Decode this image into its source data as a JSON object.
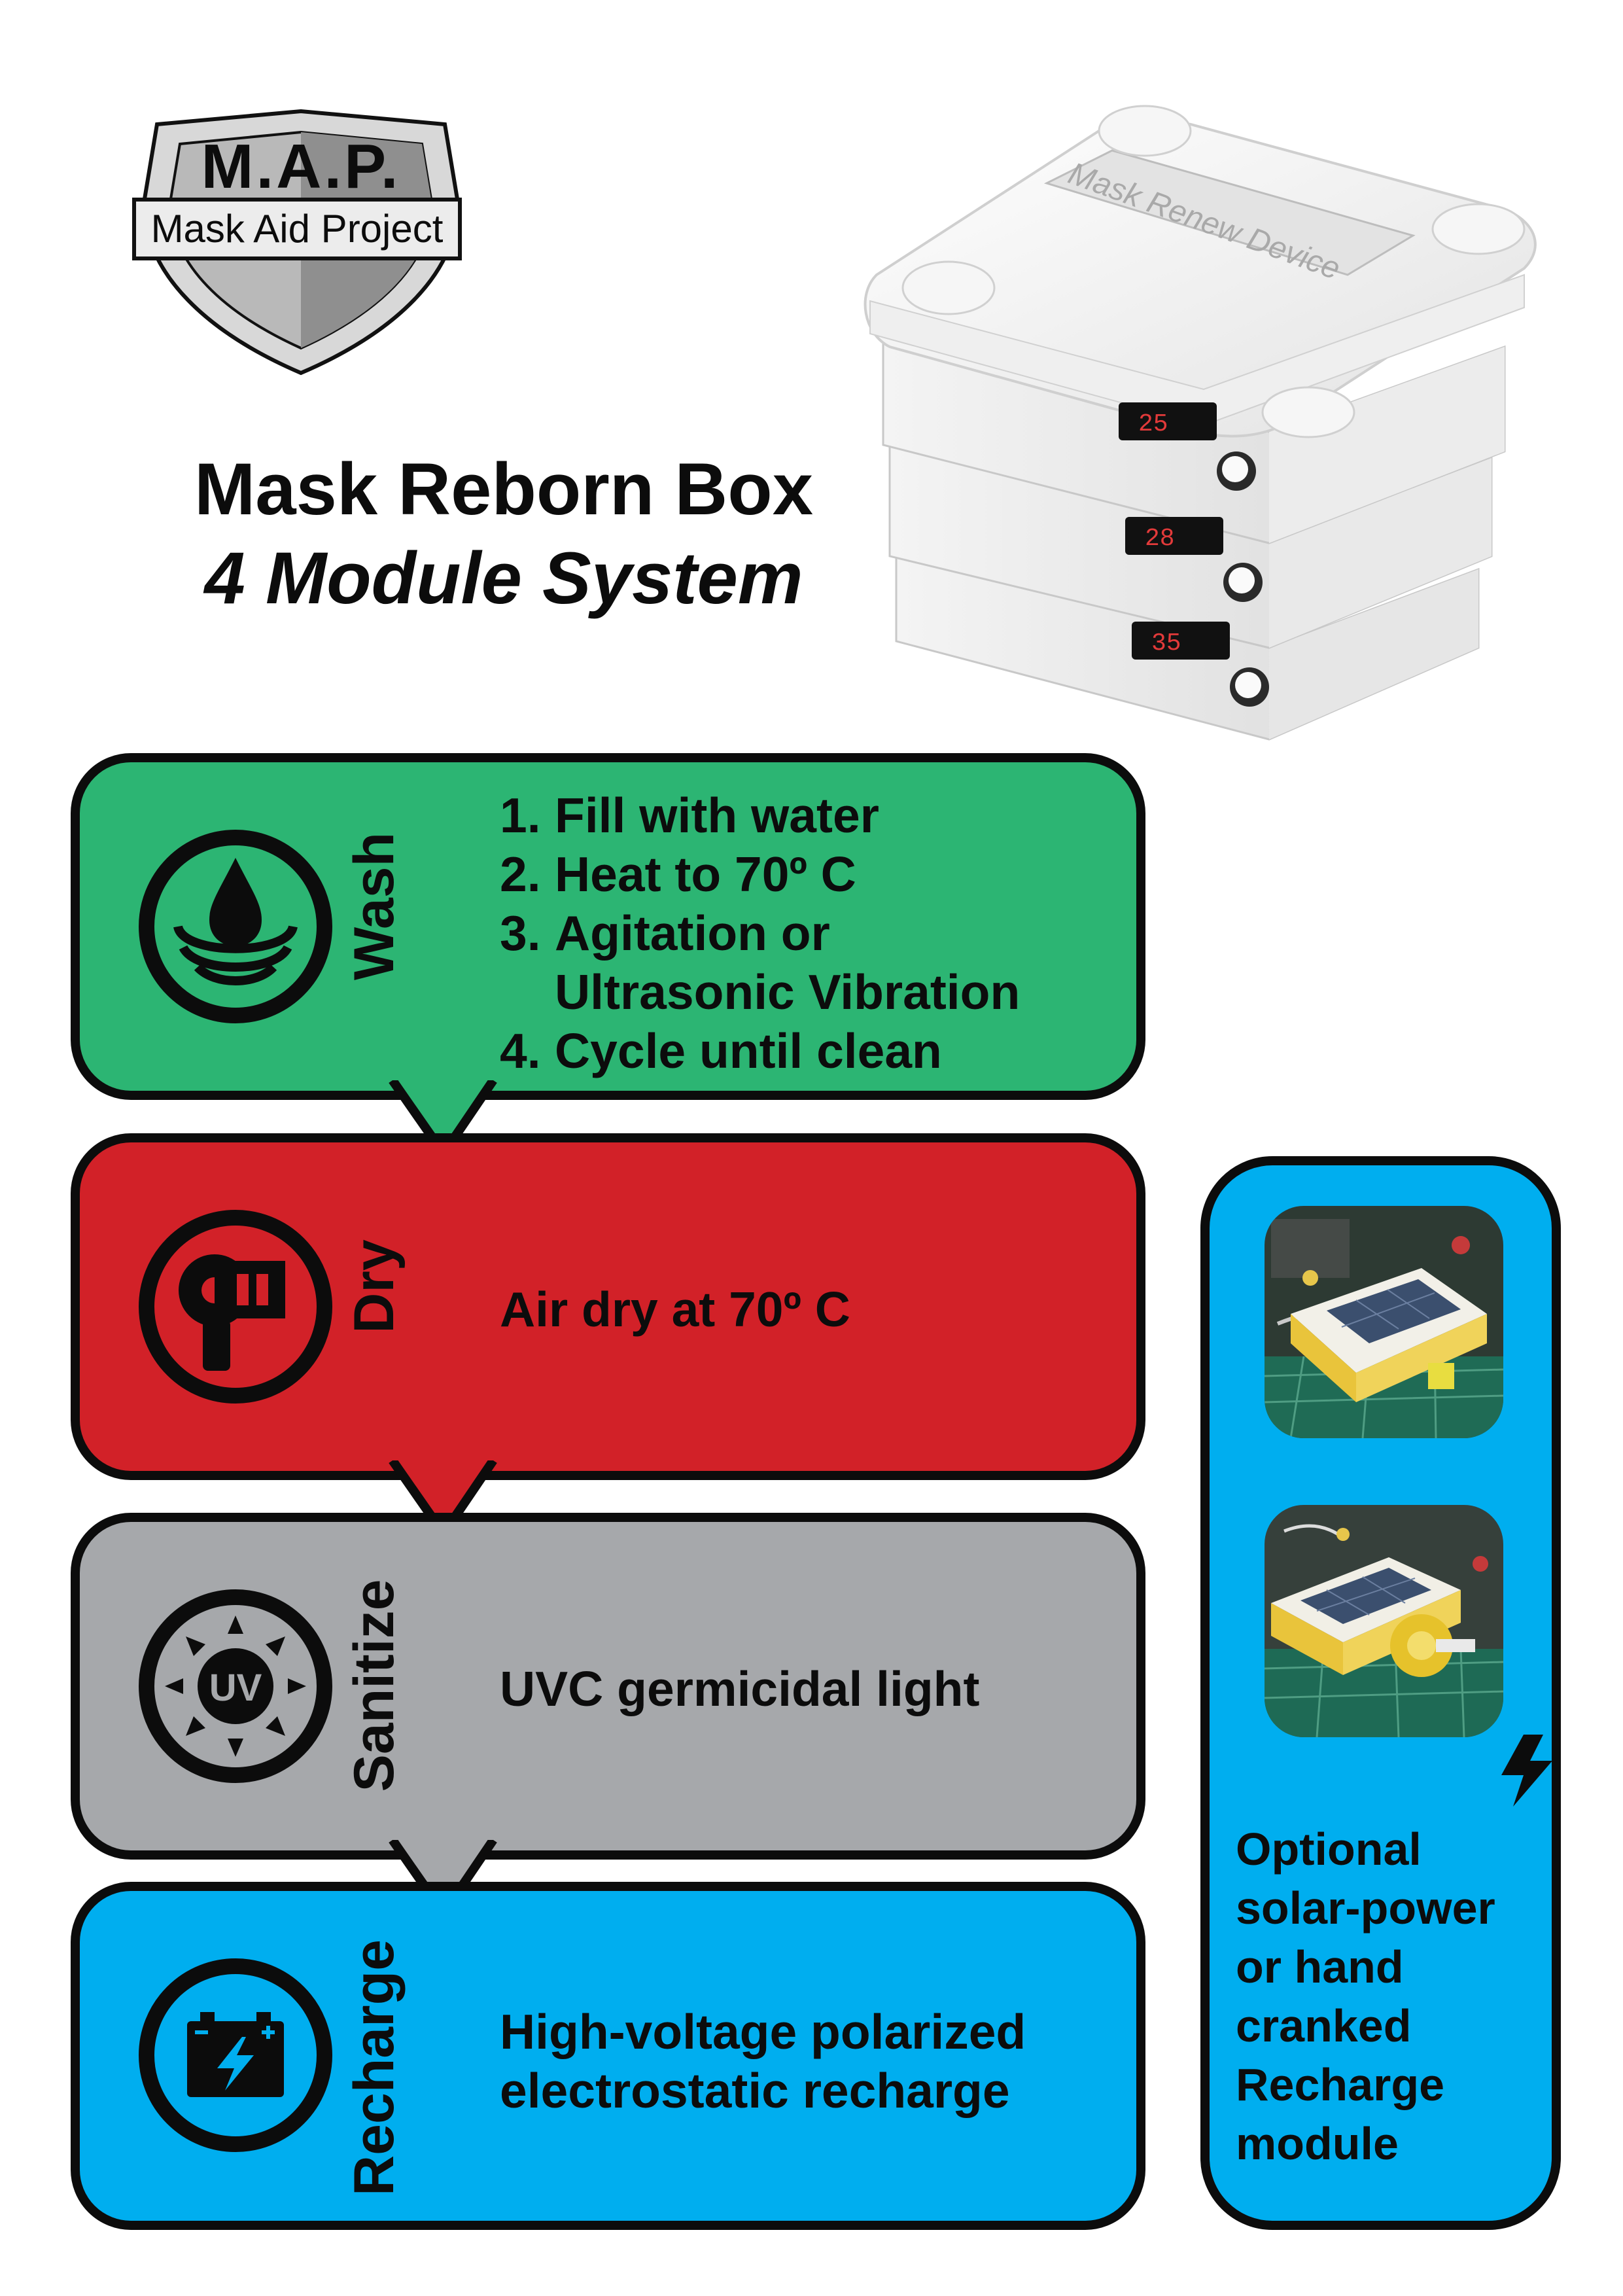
{
  "logo": {
    "acronym": "M.A.P.",
    "name": "Mask Aid Project"
  },
  "title": {
    "line1": "Mask Reborn Box",
    "line2": "4 Module System"
  },
  "device": {
    "engraving": "Mask Renew Device",
    "displays": [
      "25",
      "28",
      "35"
    ]
  },
  "modules": {
    "wash": {
      "label": "Wash",
      "color": "#2cb573",
      "icon": "water-drop-icon",
      "steps": [
        {
          "num": "1.",
          "text": "Fill with water"
        },
        {
          "num": "2.",
          "text": "Heat to 70º C"
        },
        {
          "num": "3.",
          "text": "Agitation or Ultrasonic Vibration"
        },
        {
          "num": "4.",
          "text": "Cycle until clean"
        }
      ]
    },
    "dry": {
      "label": "Dry",
      "color": "#d22128",
      "icon": "hair-dryer-icon",
      "text": "Air dry at 70º C"
    },
    "sanitize": {
      "label": "Sanitize",
      "color": "#a6a8ab",
      "icon": "uv-sun-icon",
      "icon_text": "UV",
      "text": "UVC germicidal light"
    },
    "recharge": {
      "label": "Recharge",
      "color": "#00aeef",
      "icon": "battery-icon",
      "line1": "High-voltage polarized",
      "line2": "electrostatic recharge"
    }
  },
  "side_panel": {
    "color": "#00aeef",
    "icon": "lightning-bolt-icon",
    "note_lines": [
      "Optional",
      "solar-power",
      "or hand",
      "cranked",
      "Recharge",
      "module"
    ]
  }
}
